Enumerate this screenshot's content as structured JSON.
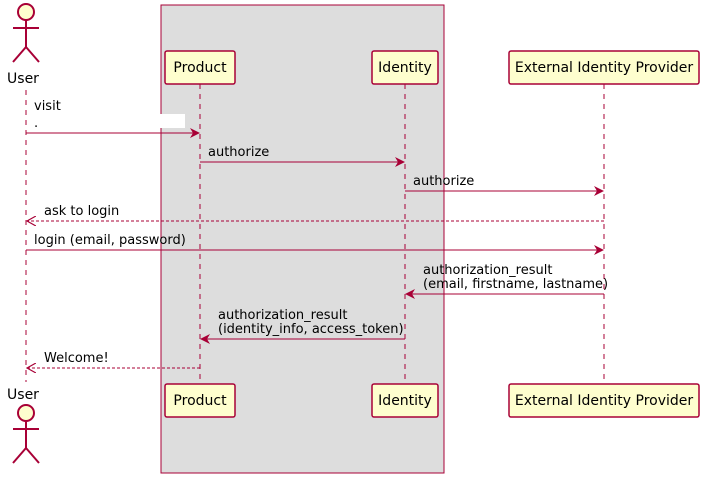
{
  "participants": [
    {
      "id": "user",
      "label": "User",
      "kind": "actor"
    },
    {
      "id": "product",
      "label": "Product",
      "kind": "box"
    },
    {
      "id": "identity",
      "label": "Identity",
      "kind": "box"
    },
    {
      "id": "external",
      "label": "External Identity Provider",
      "kind": "box"
    }
  ],
  "messages": [
    {
      "from": "user",
      "to": "product",
      "lines": [
        "visit",
        "."
      ],
      "style": "solid"
    },
    {
      "from": "product",
      "to": "identity",
      "lines": [
        "authorize"
      ],
      "style": "solid"
    },
    {
      "from": "identity",
      "to": "external",
      "lines": [
        "authorize"
      ],
      "style": "solid"
    },
    {
      "from": "external",
      "to": "user",
      "lines": [
        "ask to login"
      ],
      "style": "dashed"
    },
    {
      "from": "user",
      "to": "external",
      "lines": [
        "login (email, password)"
      ],
      "style": "solid"
    },
    {
      "from": "external",
      "to": "identity",
      "lines": [
        "authorization_result",
        "(email, firstname, lastname)"
      ],
      "style": "solid"
    },
    {
      "from": "identity",
      "to": "product",
      "lines": [
        "authorization_result",
        "(identity_info, access_token)"
      ],
      "style": "solid"
    },
    {
      "from": "product",
      "to": "user",
      "lines": [
        "Welcome!"
      ],
      "style": "dashed"
    }
  ],
  "colors": {
    "arrow": "#a80036",
    "box_fill": "#fefece",
    "box_border": "#a80036",
    "group_fill": "#dddddd",
    "group_border": "#a80036",
    "actor_fill": "#fefece"
  }
}
